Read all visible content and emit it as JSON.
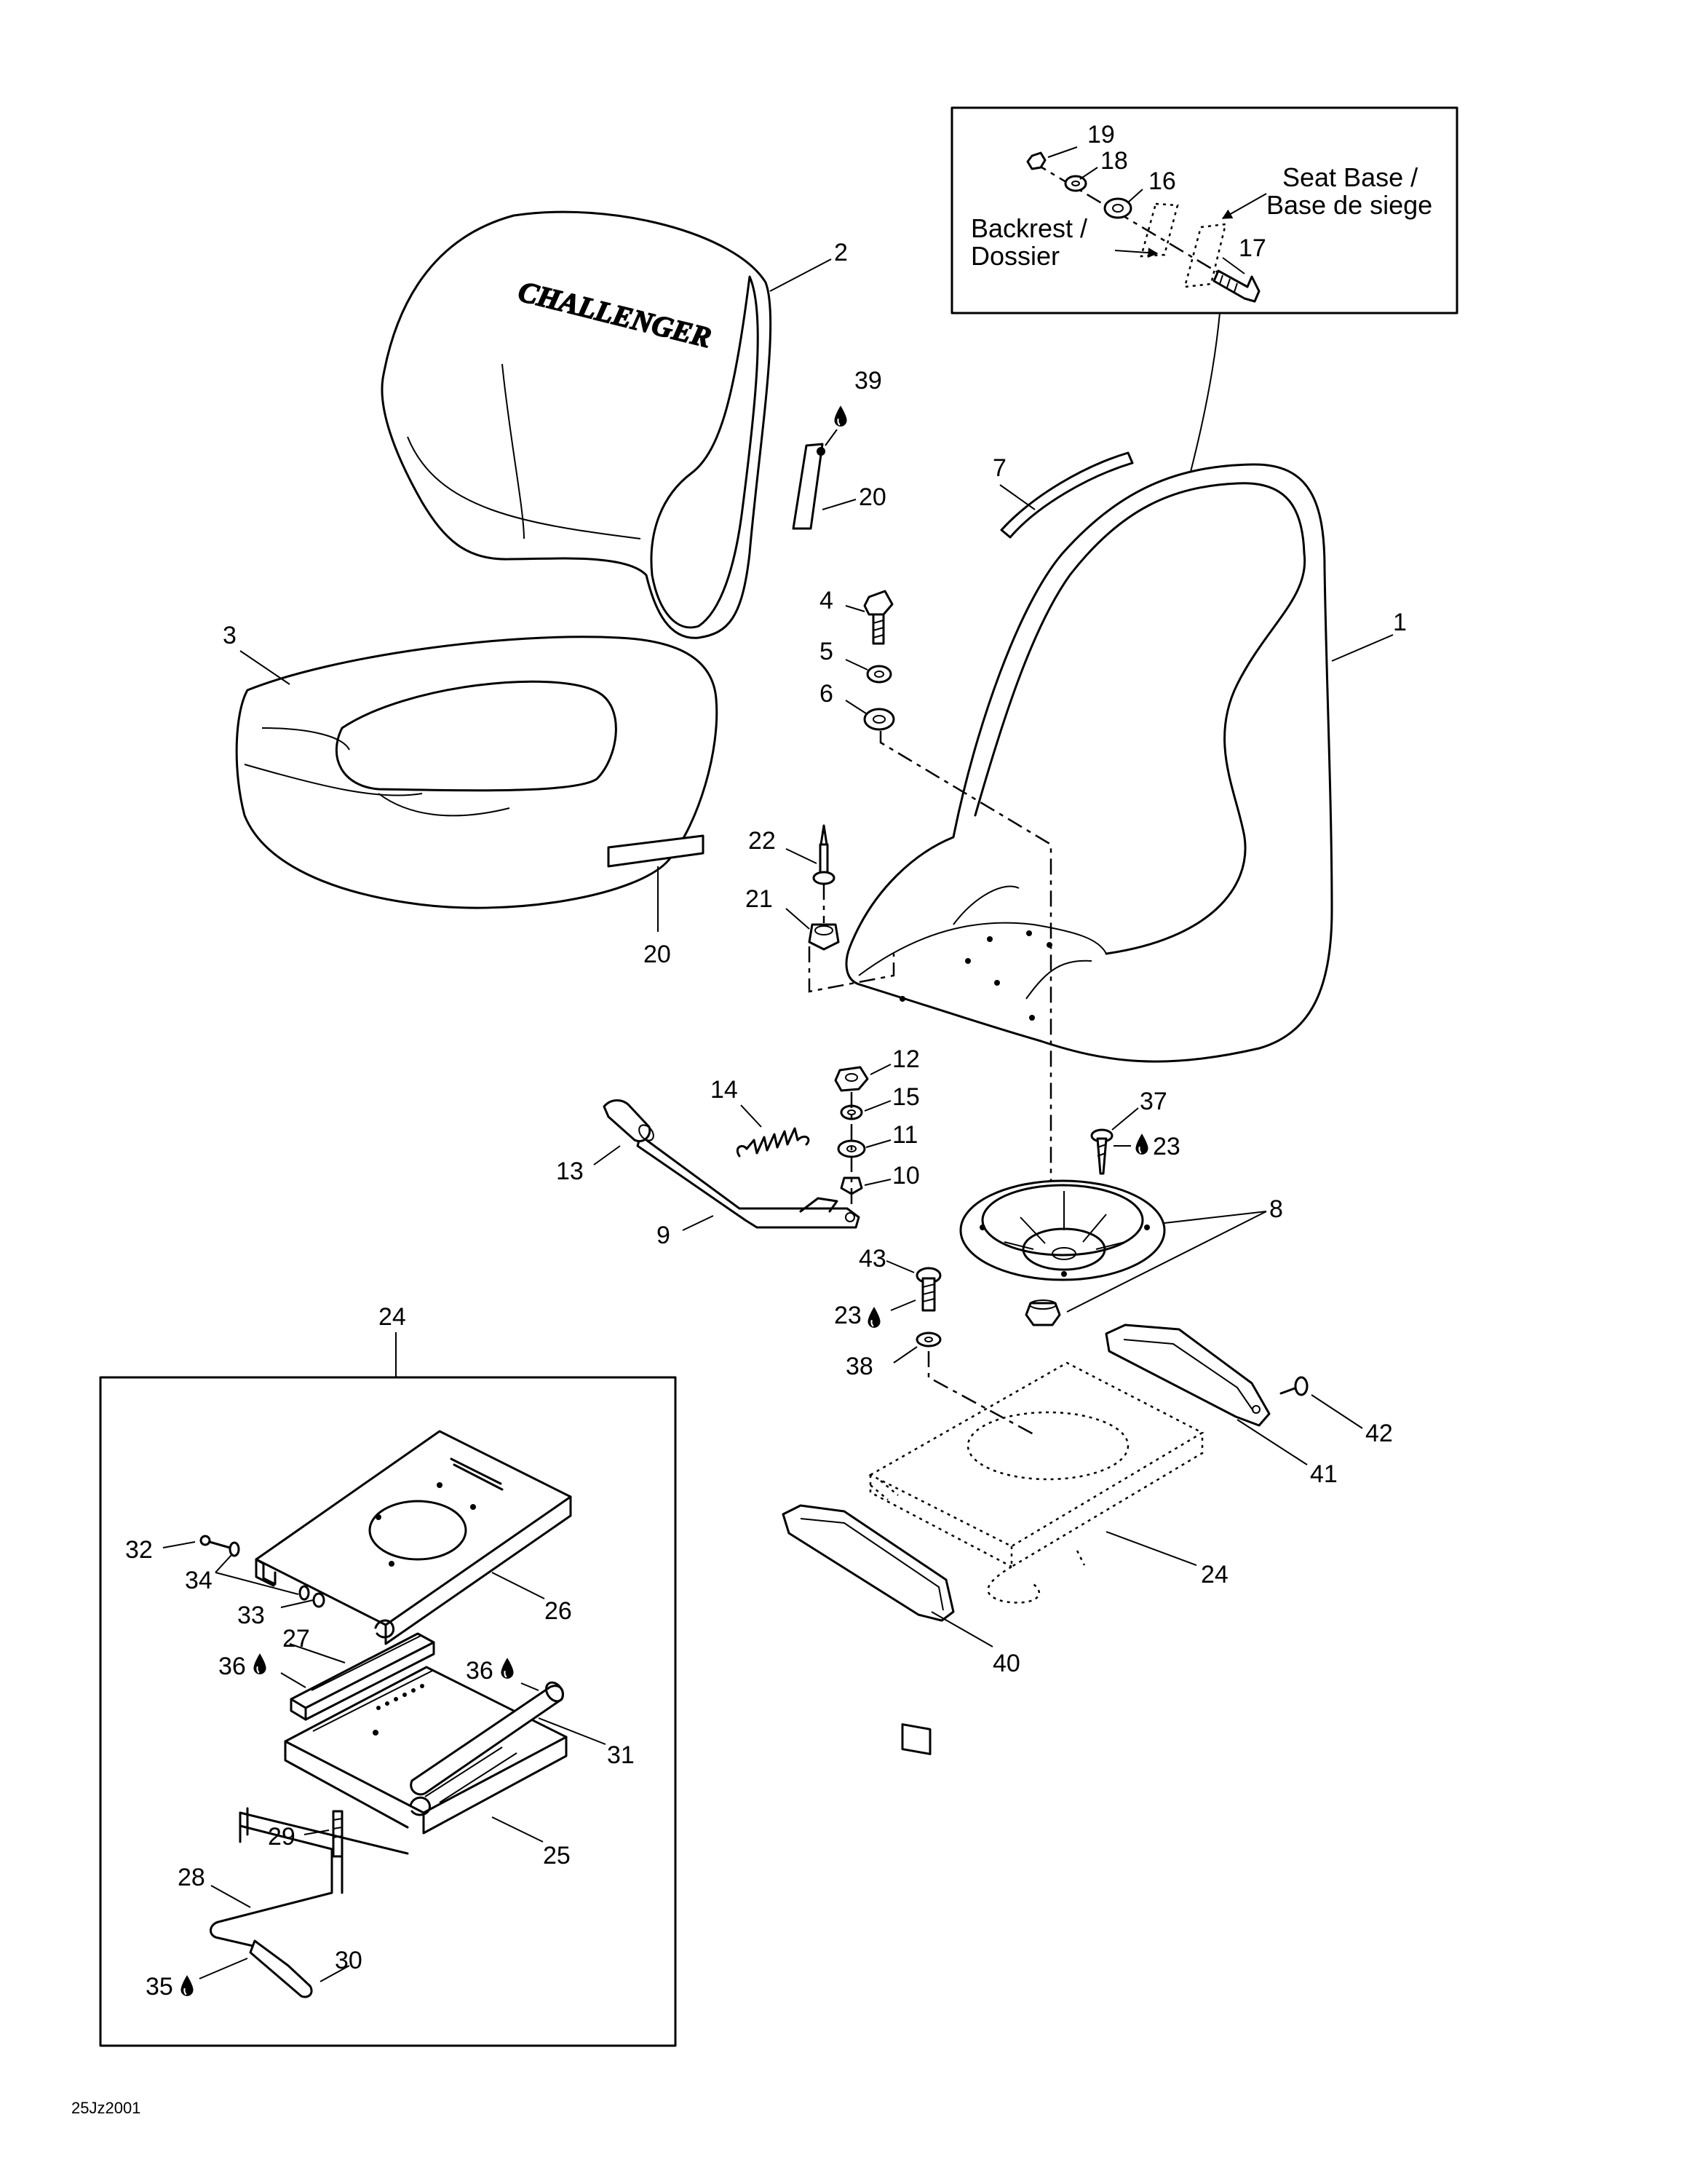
{
  "inset": {
    "seat_base_line1": "Seat Base /",
    "seat_base_line2": "Base de siege",
    "backrest_line1": "Backrest /",
    "backrest_line2": "Dossier"
  },
  "brand_logo": "CHALLENGER",
  "drawing_code": "25Jz2001",
  "callouts": {
    "c1": "1",
    "c2": "2",
    "c3": "3",
    "c4": "4",
    "c5": "5",
    "c6": "6",
    "c7": "7",
    "c8": "8",
    "c9": "9",
    "c10": "10",
    "c11": "11",
    "c12": "12",
    "c13": "13",
    "c14": "14",
    "c15": "15",
    "c16": "16",
    "c17": "17",
    "c18": "18",
    "c19": "19",
    "c20a": "20",
    "c20b": "20",
    "c21": "21",
    "c22": "22",
    "c23a": "23",
    "c23b": "23",
    "c24a": "24",
    "c24b": "24",
    "c25": "25",
    "c26": "26",
    "c27": "27",
    "c28": "28",
    "c29": "29",
    "c30": "30",
    "c31": "31",
    "c32": "32",
    "c33": "33",
    "c34": "34",
    "c35": "35",
    "c36a": "36",
    "c36b": "36",
    "c37": "37",
    "c38": "38",
    "c39": "39",
    "c40": "40",
    "c41": "41",
    "c42": "42",
    "c43": "43"
  },
  "icons": {
    "lubricant": "oil-drop-icon"
  }
}
